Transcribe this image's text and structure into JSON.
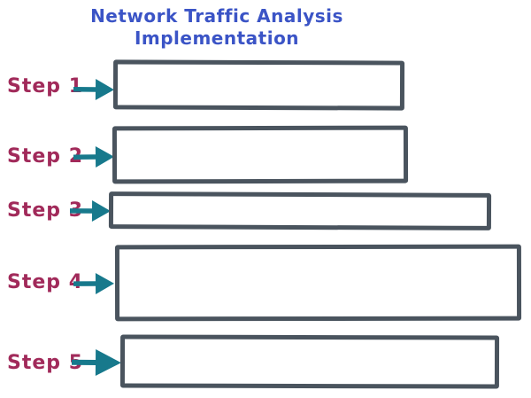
{
  "title": {
    "line1": "Network Traffic Analysis",
    "line2": "Implementation"
  },
  "steps": [
    {
      "label": "Step 1",
      "box_content": ""
    },
    {
      "label": "Step 2",
      "box_content": ""
    },
    {
      "label": "Step 3",
      "box_content": ""
    },
    {
      "label": "Step 4",
      "box_content": ""
    },
    {
      "label": "Step 5",
      "box_content": ""
    }
  ],
  "colors": {
    "title_text": "#3B54C6",
    "step_label": "#A12A5A",
    "arrow": "#17798C",
    "box_border": "#4A545E",
    "background": "#FFFFFF"
  }
}
